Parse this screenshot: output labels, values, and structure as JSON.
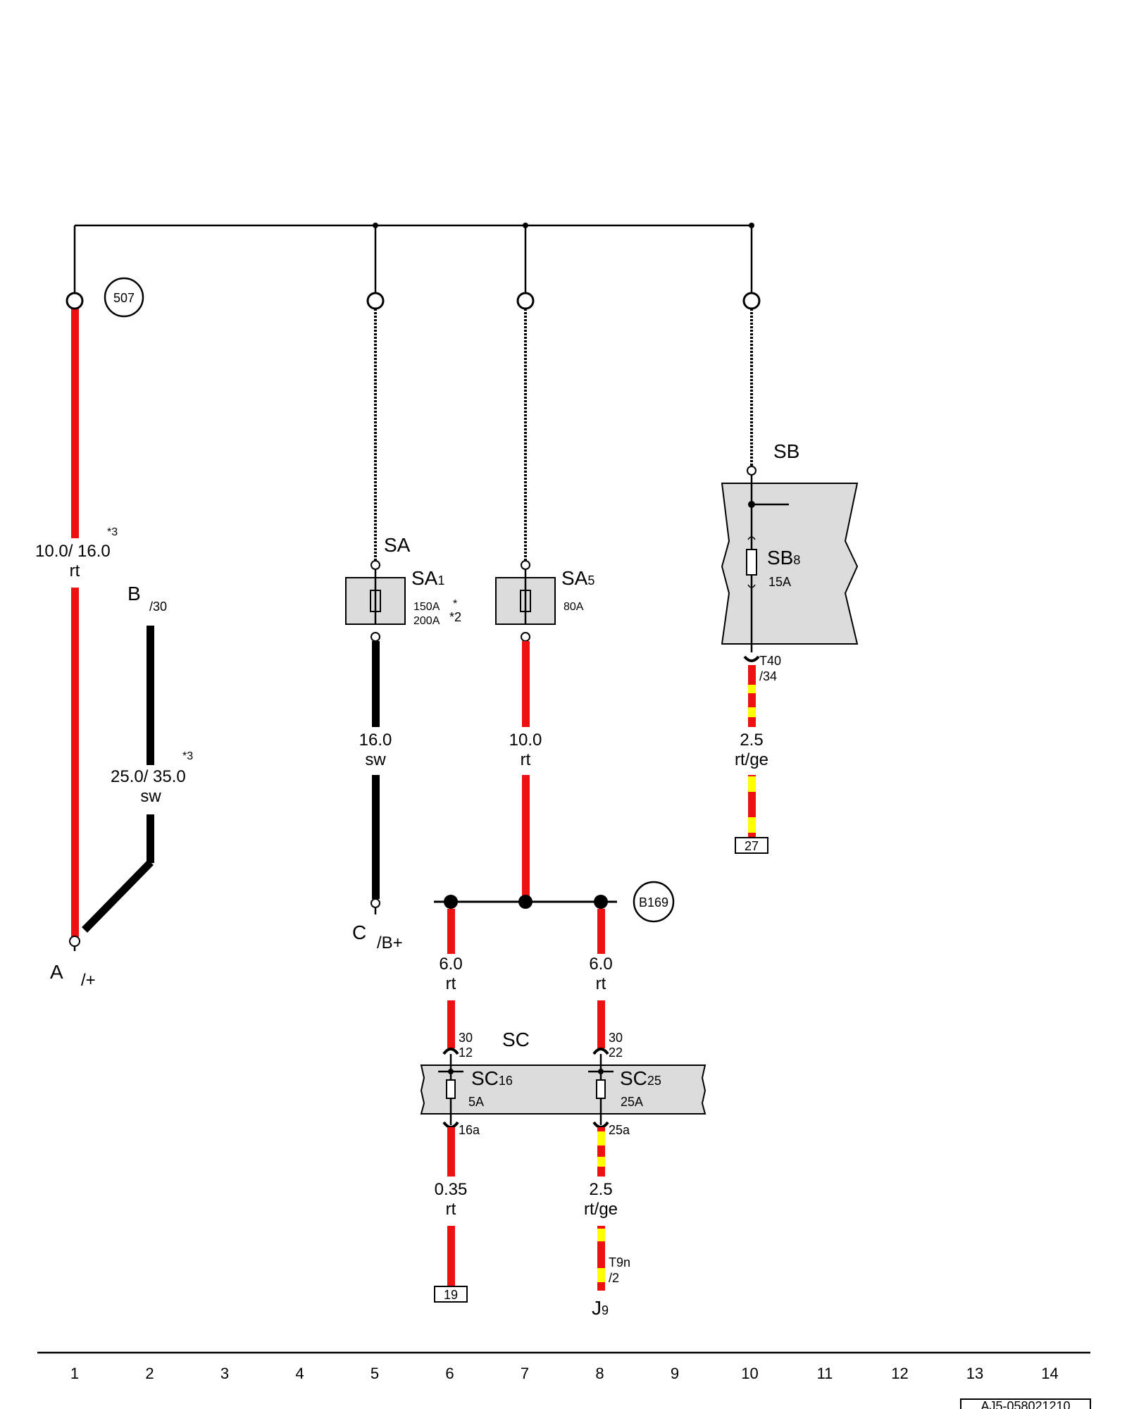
{
  "labels": {
    "badge_507": "507",
    "badge_b169": "B169",
    "w1_size": "10.0/ 16.0",
    "w1_color": "rt",
    "w1_note": "*3",
    "w2_size": "25.0/ 35.0",
    "w2_color": "sw",
    "w2_note": "*3",
    "conn_b": "B",
    "conn_b_pin": "/30",
    "conn_a": "A",
    "conn_a_pin": "/+",
    "conn_c": "C",
    "conn_c_pin": "/B+",
    "sa_block": "SA",
    "sa1_main": "SA",
    "sa1_sub": "1",
    "sa1_rating_a": "150A",
    "sa1_rating_b": "200A",
    "sa1_note_a": "*",
    "sa1_note_b": "*2",
    "sa5_main": "SA",
    "sa5_sub": "5",
    "sa5_rating": "80A",
    "w5_size": "16.0",
    "w5_color": "sw",
    "w7_size": "10.0",
    "w7_color": "rt",
    "sb_block": "SB",
    "sb8_main": "SB",
    "sb8_sub": "8",
    "sb8_rating": "15A",
    "t40_a": "T40",
    "t40_b": "/34",
    "w10_size": "2.5",
    "w10_color": "rt/ge",
    "ref_27": "27",
    "w6a_size": "6.0",
    "w6a_color": "rt",
    "w8a_size": "6.0",
    "w8a_color": "rt",
    "sc_block": "SC",
    "sc16_main": "SC",
    "sc16_sub": "16",
    "sc16_rating": "5A",
    "sc25_main": "SC",
    "sc25_sub": "25",
    "sc25_rating": "25A",
    "pin_30_a": "30",
    "pin_12": "12",
    "pin_30_b": "30",
    "pin_22": "22",
    "pin_16a": "16a",
    "pin_25a": "25a",
    "w6b_size": "0.35",
    "w6b_color": "rt",
    "w8b_size": "2.5",
    "w8b_color": "rt/ge",
    "ref_19": "19",
    "t9n_a": "T9n",
    "t9n_b": "/2",
    "j9_main": "J",
    "j9_sub": "9",
    "doc_id": "AJ5-058021210"
  },
  "columns": [
    "1",
    "2",
    "3",
    "4",
    "5",
    "6",
    "7",
    "8",
    "9",
    "10",
    "11",
    "12",
    "13",
    "14"
  ],
  "colors": {
    "red": "#ee1111",
    "yellow": "#ffff00",
    "black": "#000000",
    "box_grey": "#dcdcdc"
  },
  "wire_colors": {
    "rt": "red",
    "sw": "black",
    "rt/ge": "red with yellow"
  }
}
